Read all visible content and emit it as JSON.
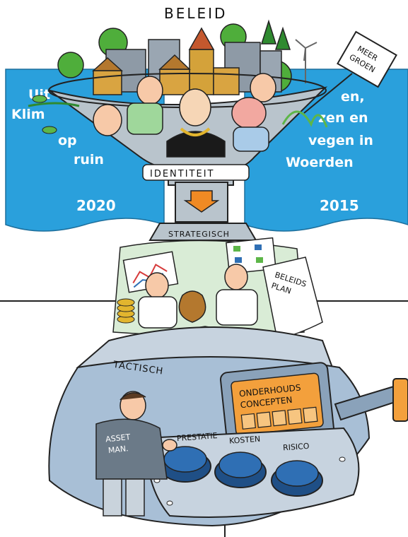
{
  "title": "BELEID",
  "sign": {
    "line1": "MEER",
    "line2": "GROEN"
  },
  "funnel_label": "IDENTITEIT",
  "band_label": "STRATEGISCH",
  "beleidsplan": {
    "line1": "BELEIDS",
    "line2": "PLAN"
  },
  "tactisch_label": "TACTISCH",
  "display": {
    "line1": "ONDERHOUDS",
    "line2": "CONCEPTEN"
  },
  "person_badge": {
    "line1": "ASSET",
    "line2": "MAN."
  },
  "knobs": [
    "PRESTATIE",
    "KOSTEN",
    "RISICO"
  ],
  "banners": {
    "left": {
      "lines": [
        "Uit",
        "Klim",
        "op",
        "ruin"
      ],
      "year": "2020"
    },
    "right": {
      "lines": [
        "en,",
        "zen en",
        "vegen in",
        "Woerden"
      ],
      "year": "2015"
    }
  },
  "colors": {
    "banner_blue": "#2aa0dc",
    "funnel_grey": "#b9c4cc",
    "machine_blue": "#a8bfd6",
    "display_orange": "#f3a03c",
    "knob_blue": "#2f6fb4",
    "arrow_orange": "#f08a24"
  }
}
